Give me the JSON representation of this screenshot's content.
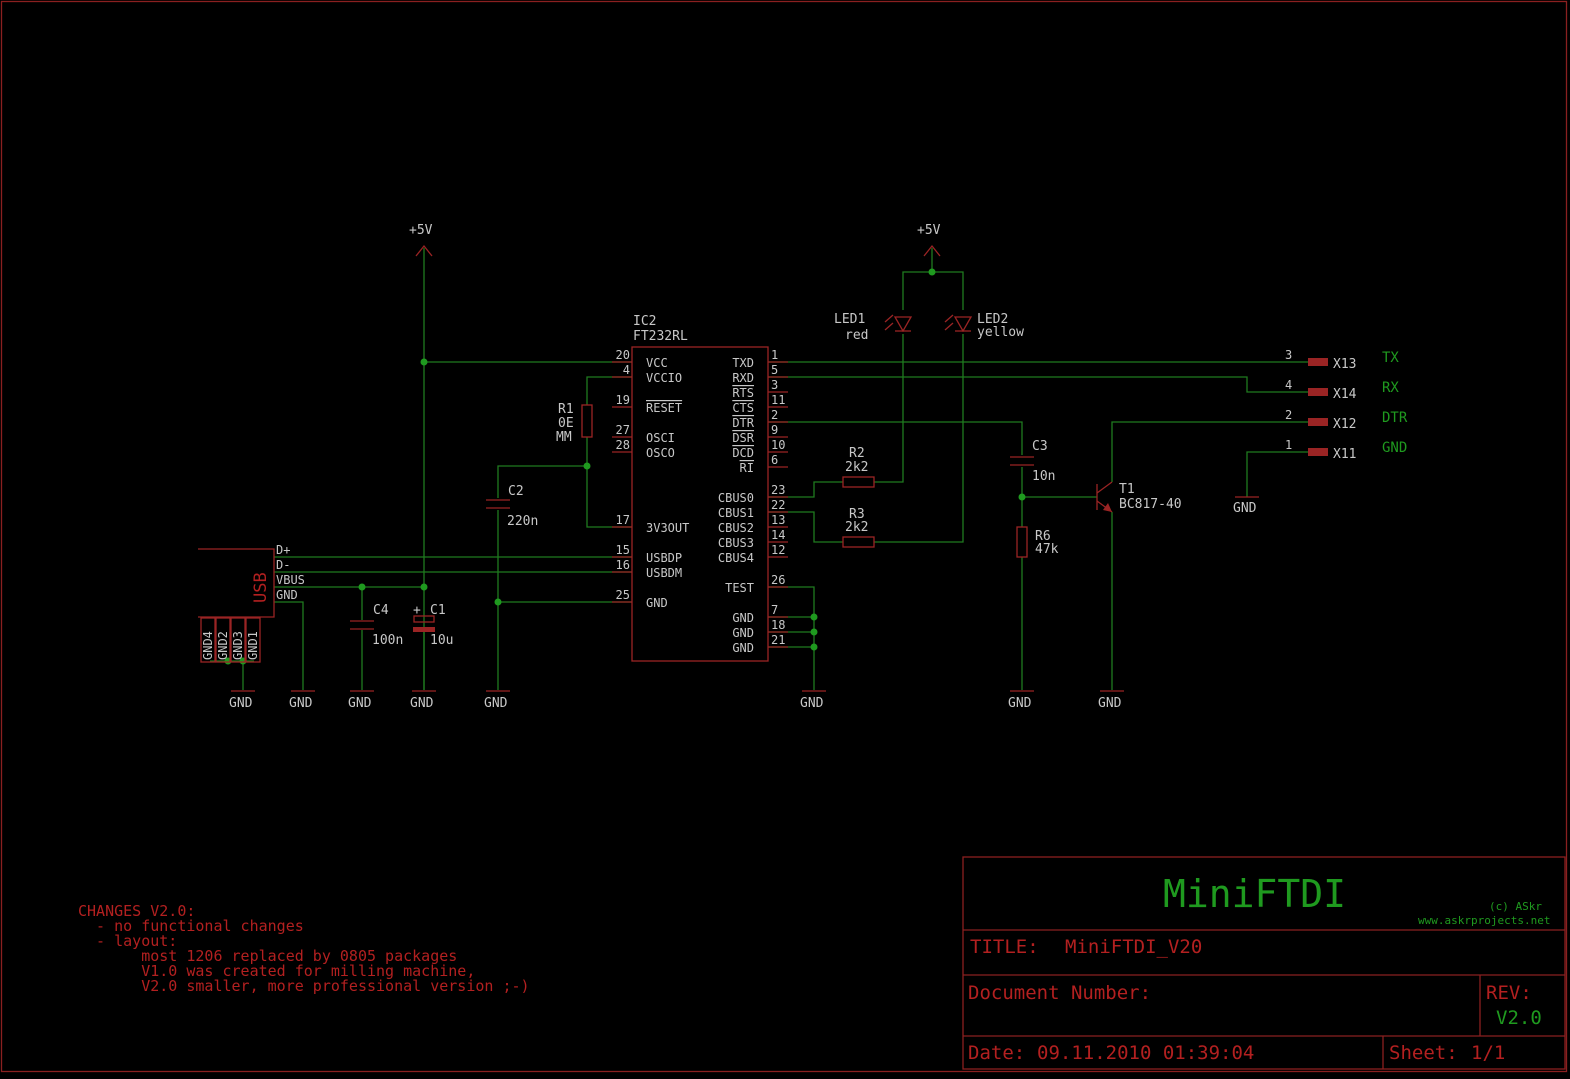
{
  "supply": {
    "vcc_label": "+5V",
    "led_supply_label": "+5V"
  },
  "gnd_label": "GND",
  "ic": {
    "ref": "IC2",
    "part": "FT232RL",
    "left_pins": [
      {
        "num": "20",
        "name": "VCC"
      },
      {
        "num": "4",
        "name": "VCCIO"
      },
      {
        "num": "19",
        "name": "RESET"
      },
      {
        "num": "27",
        "name": "OSCI"
      },
      {
        "num": "28",
        "name": "OSCO"
      },
      {
        "num": "17",
        "name": "3V3OUT"
      },
      {
        "num": "15",
        "name": "USBDP"
      },
      {
        "num": "16",
        "name": "USBDM"
      },
      {
        "num": "25",
        "name": "GND"
      }
    ],
    "right_pins": [
      {
        "num": "1",
        "name": "TXD"
      },
      {
        "num": "5",
        "name": "RXD"
      },
      {
        "num": "3",
        "name": "RTS"
      },
      {
        "num": "11",
        "name": "CTS"
      },
      {
        "num": "2",
        "name": "DTR"
      },
      {
        "num": "9",
        "name": "DSR"
      },
      {
        "num": "10",
        "name": "DCD"
      },
      {
        "num": "6",
        "name": "RI"
      },
      {
        "num": "23",
        "name": "CBUS0"
      },
      {
        "num": "22",
        "name": "CBUS1"
      },
      {
        "num": "13",
        "name": "CBUS2"
      },
      {
        "num": "14",
        "name": "CBUS3"
      },
      {
        "num": "12",
        "name": "CBUS4"
      },
      {
        "num": "26",
        "name": "TEST"
      },
      {
        "num": "7",
        "name": "GND"
      },
      {
        "num": "18",
        "name": "GND"
      },
      {
        "num": "21",
        "name": "GND"
      }
    ]
  },
  "components": {
    "r1": {
      "ref": "R1",
      "value": "0E",
      "note": "MM"
    },
    "r2": {
      "ref": "R2",
      "value": "2k2"
    },
    "r3": {
      "ref": "R3",
      "value": "2k2"
    },
    "r6": {
      "ref": "R6",
      "value": "47k"
    },
    "c1": {
      "ref": "C1",
      "value": "10u",
      "polarity": "+"
    },
    "c2": {
      "ref": "C2",
      "value": "220n"
    },
    "c3": {
      "ref": "C3",
      "value": "10n"
    },
    "c4": {
      "ref": "C4",
      "value": "100n"
    },
    "led1": {
      "ref": "LED1",
      "color": "red"
    },
    "led2": {
      "ref": "LED2",
      "color": "yellow"
    },
    "t1": {
      "ref": "T1",
      "part": "BC817-40"
    }
  },
  "usb": {
    "label": "USB",
    "pins": [
      "D+",
      "D-",
      "VBUS",
      "GND"
    ],
    "shield_pins": [
      "GND4",
      "GND2",
      "GND3",
      "GND1"
    ]
  },
  "connectors": [
    {
      "pin": "3",
      "ref": "X13",
      "signal": "TX"
    },
    {
      "pin": "4",
      "ref": "X14",
      "signal": "RX"
    },
    {
      "pin": "2",
      "ref": "X12",
      "signal": "DTR"
    },
    {
      "pin": "1",
      "ref": "X11",
      "signal": "GND"
    }
  ],
  "changes": {
    "title": "CHANGES V2.0:",
    "lines": [
      "  - no functional changes",
      "  - layout:",
      "       most 1206 replaced by 0805 packages",
      "       V1.0 was created for milling machine,",
      "       V2.0 smaller, more professional version ;-)"
    ]
  },
  "titleblock": {
    "name": "MiniFTDI",
    "copyright": "(c) ASkr",
    "url": "www.askrprojects.net",
    "title_label": "TITLE:",
    "title_value": "MiniFTDI_V20",
    "docnum_label": "Document Number:",
    "rev_label": "REV:",
    "rev_value": "V2.0",
    "date_label": "Date:",
    "date_value": "09.11.2010 01:39:04",
    "sheet_label": "Sheet:",
    "sheet_value": "1/1"
  },
  "colors": {
    "wire": "#1f7a1f",
    "part": "#9a2424",
    "frame": "#8a2020",
    "text": "#c8c8c8",
    "net_label": "#1f9a1f"
  }
}
